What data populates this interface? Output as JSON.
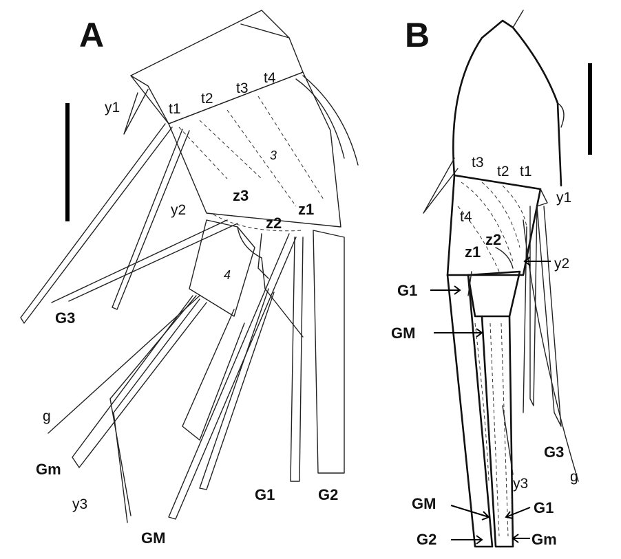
{
  "figure": {
    "panel_a": {
      "letter": "A",
      "segment_labels": {
        "s3": "3",
        "s4": "4"
      },
      "labels": {
        "y1": "y1",
        "t1": "t1",
        "t2": "t2",
        "t3": "t3",
        "t4": "t4",
        "y2": "y2",
        "z3": "z3",
        "z2": "z2",
        "z1": "z1",
        "G3": "G3",
        "g": "g",
        "Gm": "Gm",
        "y3": "y3",
        "GM": "GM",
        "G1": "G1",
        "G2": "G2"
      }
    },
    "panel_b": {
      "letter": "B",
      "labels": {
        "t3": "t3",
        "t2": "t2",
        "t1": "t1",
        "y1": "y1",
        "t4": "t4",
        "z2": "z2",
        "z1": "z1",
        "y2": "y2",
        "G1": "G1",
        "GM": "GM",
        "G3": "G3",
        "g": "g",
        "y3": "y3",
        "GM_lower": "GM",
        "G1_lower": "G1",
        "G2": "G2",
        "Gm": "Gm"
      }
    }
  }
}
